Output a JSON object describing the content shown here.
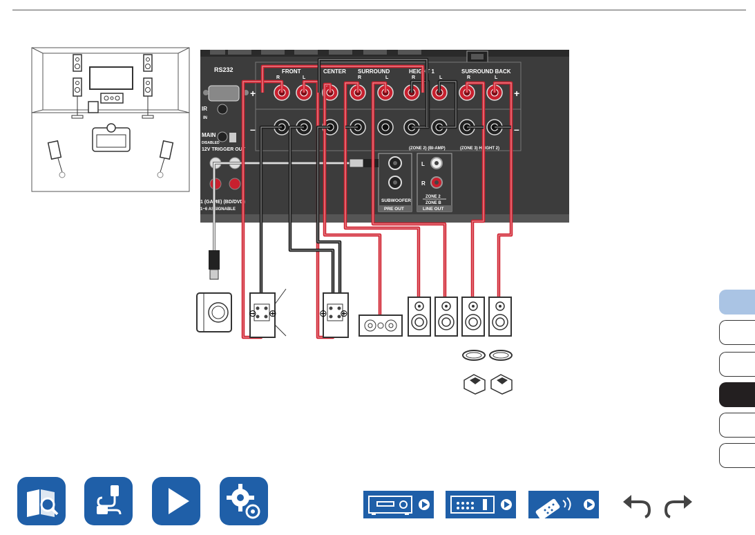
{
  "receiver_panel": {
    "rs232_label": "RS232",
    "ir_label": "IR",
    "ir_sub": "IN",
    "main_label": "MAIN",
    "main_sub": "DISABLED",
    "trigger_label": "12V TRIGGER OUT",
    "input_labels": "1 (GAME) (BD/DVD)",
    "input_sub": "1~6 ASSIGNABLE",
    "front": {
      "title": "FRONT",
      "r": "R",
      "l": "L"
    },
    "center": {
      "title": "CENTER"
    },
    "surround": {
      "title": "SURROUND",
      "r": "R",
      "l": "L"
    },
    "height1": {
      "title": "HEIGHT 1",
      "r": "R",
      "l": "L"
    },
    "surround_back": {
      "title": "SURROUND BACK",
      "r": "R",
      "l": "L"
    },
    "zone2_biamp": "(ZONE 2) (BI-AMP)",
    "zone3_height2": "(ZONE 3) HEIGHT 2)",
    "plus": "+",
    "minus": "–",
    "subwoofer": "SUBWOOFER",
    "pre_out": "PRE OUT",
    "zone_l": "L",
    "zone_r": "R",
    "zone2_b_line1": "ZONE 2",
    "zone2_b_line2": "ZONE B",
    "line_out": "LINE OUT"
  },
  "terminal_symbols": {
    "minus": "⊖",
    "plus": "⊕"
  },
  "colors": {
    "panel": "#3c3c3c",
    "red_wire": "#d0202e",
    "black_wire": "#1a1a1a",
    "nav_blue": "#1f5fa8",
    "tab_selected": "#aac4e4",
    "tab_dark": "#231f20"
  },
  "side_tabs": [
    "selected",
    "blank",
    "blank",
    "dark",
    "blank",
    "blank"
  ],
  "bottom_nav": {
    "icons": [
      "manual-icon",
      "connection-icon",
      "playback-icon",
      "settings-icon"
    ],
    "devices": [
      "receiver-front-icon",
      "receiver-rear-icon",
      "remote-icon"
    ],
    "back": "undo-arrow-icon",
    "forward": "redo-arrow-icon"
  }
}
